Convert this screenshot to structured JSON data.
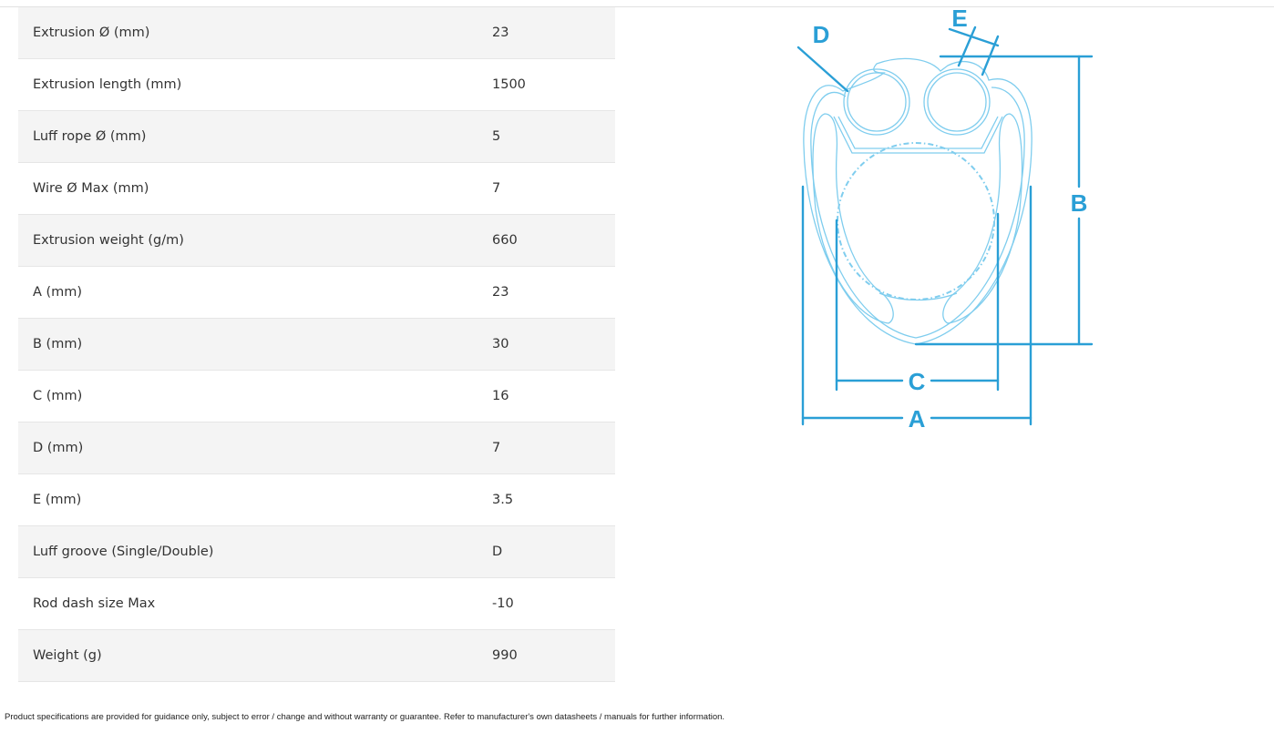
{
  "specs": [
    {
      "label": "Extrusion Ø (mm)",
      "value": "23"
    },
    {
      "label": "Extrusion length (mm)",
      "value": "1500"
    },
    {
      "label": "Luff rope Ø (mm)",
      "value": "5"
    },
    {
      "label": "Wire Ø Max (mm)",
      "value": "7"
    },
    {
      "label": "Extrusion weight (g/m)",
      "value": "660"
    },
    {
      "label": "A (mm)",
      "value": "23"
    },
    {
      "label": "B (mm)",
      "value": "30"
    },
    {
      "label": "C (mm)",
      "value": "16"
    },
    {
      "label": "D (mm)",
      "value": "7"
    },
    {
      "label": "E (mm)",
      "value": "3.5"
    },
    {
      "label": "Luff groove (Single/Double)",
      "value": "D"
    },
    {
      "label": "Rod dash size Max",
      "value": "-10"
    },
    {
      "label": "Weight (g)",
      "value": "990"
    }
  ],
  "diagram": {
    "labels": {
      "a": "A",
      "b": "B",
      "c": "C",
      "d": "D",
      "e": "E"
    },
    "colors": {
      "dimension": "#2a9fd6",
      "outline": "#7fcdee"
    }
  },
  "disclaimer": "Product specifications are provided for guidance only, subject to error / change and without warranty or guarantee. Refer to manufacturer's own datasheets / manuals for further information."
}
